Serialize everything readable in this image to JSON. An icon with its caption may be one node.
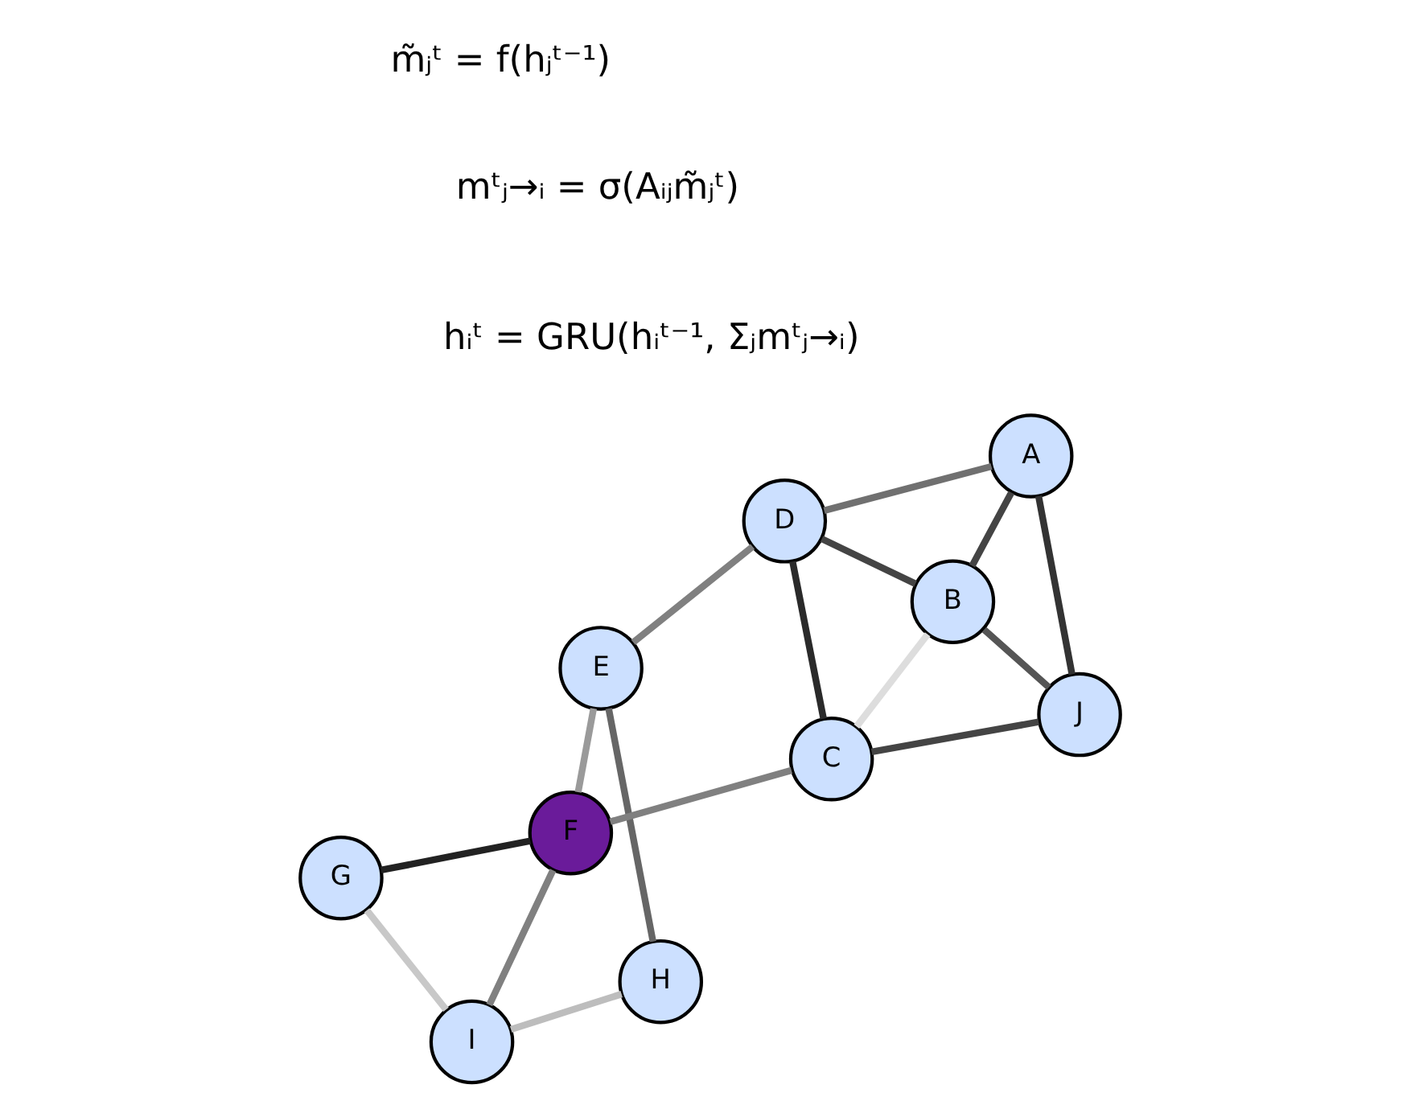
{
  "diagram": {
    "nodes": [
      {
        "text": [
          "A"
        ]
      },
      {
        "text": [
          "B"
        ]
      },
      {
        "text": [
          "C"
        ]
      },
      {
        "text": [
          "D"
        ]
      },
      {
        "text": [
          "E"
        ]
      },
      {
        "text": [
          "F"
        ]
      },
      {
        "text": [
          "G"
        ]
      },
      {
        "text": [
          "H"
        ]
      },
      {
        "text": [
          "I"
        ]
      },
      {
        "text": [
          "J"
        ]
      }
    ],
    "edges": [
      {
        "from": 6,
        "to": 8,
        "arrow": "none",
        "color": "#c8c8c8"
      },
      {
        "from": 6,
        "to": 5,
        "arrow": "none",
        "color": "#222222"
      },
      {
        "from": 5,
        "to": 8,
        "arrow": "none",
        "color": "#808080"
      },
      {
        "from": 8,
        "to": 7,
        "arrow": "none",
        "color": "#bdbdbd"
      },
      {
        "from": 5,
        "to": 2,
        "arrow": "none",
        "color": "#808080"
      },
      {
        "from": 5,
        "to": 4,
        "arrow": "none",
        "color": "#9a9a9a"
      },
      {
        "from": 4,
        "to": 7,
        "arrow": "none",
        "color": "#666666"
      },
      {
        "from": 9,
        "to": 2,
        "arrow": "none",
        "color": "#444444"
      },
      {
        "from": 9,
        "to": 1,
        "arrow": "none",
        "color": "#555555"
      },
      {
        "from": 9,
        "to": 0,
        "arrow": "none",
        "color": "#333333"
      },
      {
        "from": 1,
        "to": 2,
        "arrow": "none",
        "color": "#dddddd"
      },
      {
        "from": 1,
        "to": 3,
        "arrow": "none",
        "color": "#444444"
      },
      {
        "from": 1,
        "to": 0,
        "arrow": "none",
        "color": "#444444"
      },
      {
        "from": 2,
        "to": 3,
        "arrow": "none",
        "color": "#2a2a2a"
      },
      {
        "from": 0,
        "to": 3,
        "arrow": "none",
        "color": "#707070"
      },
      {
        "from": 3,
        "to": 4,
        "arrow": "none",
        "color": "#808080"
      }
    ],
    "labels": [
      "m̃ⱼᵗ = f(hⱼᵗ⁻¹)",
      "mᵗⱼ→ᵢ = σ(Aᵢⱼm̃ⱼᵗ)",
      "hᵢᵗ = GRU(hᵢᵗ⁻¹, Σⱼmᵗⱼ→ᵢ)"
    ]
  }
}
